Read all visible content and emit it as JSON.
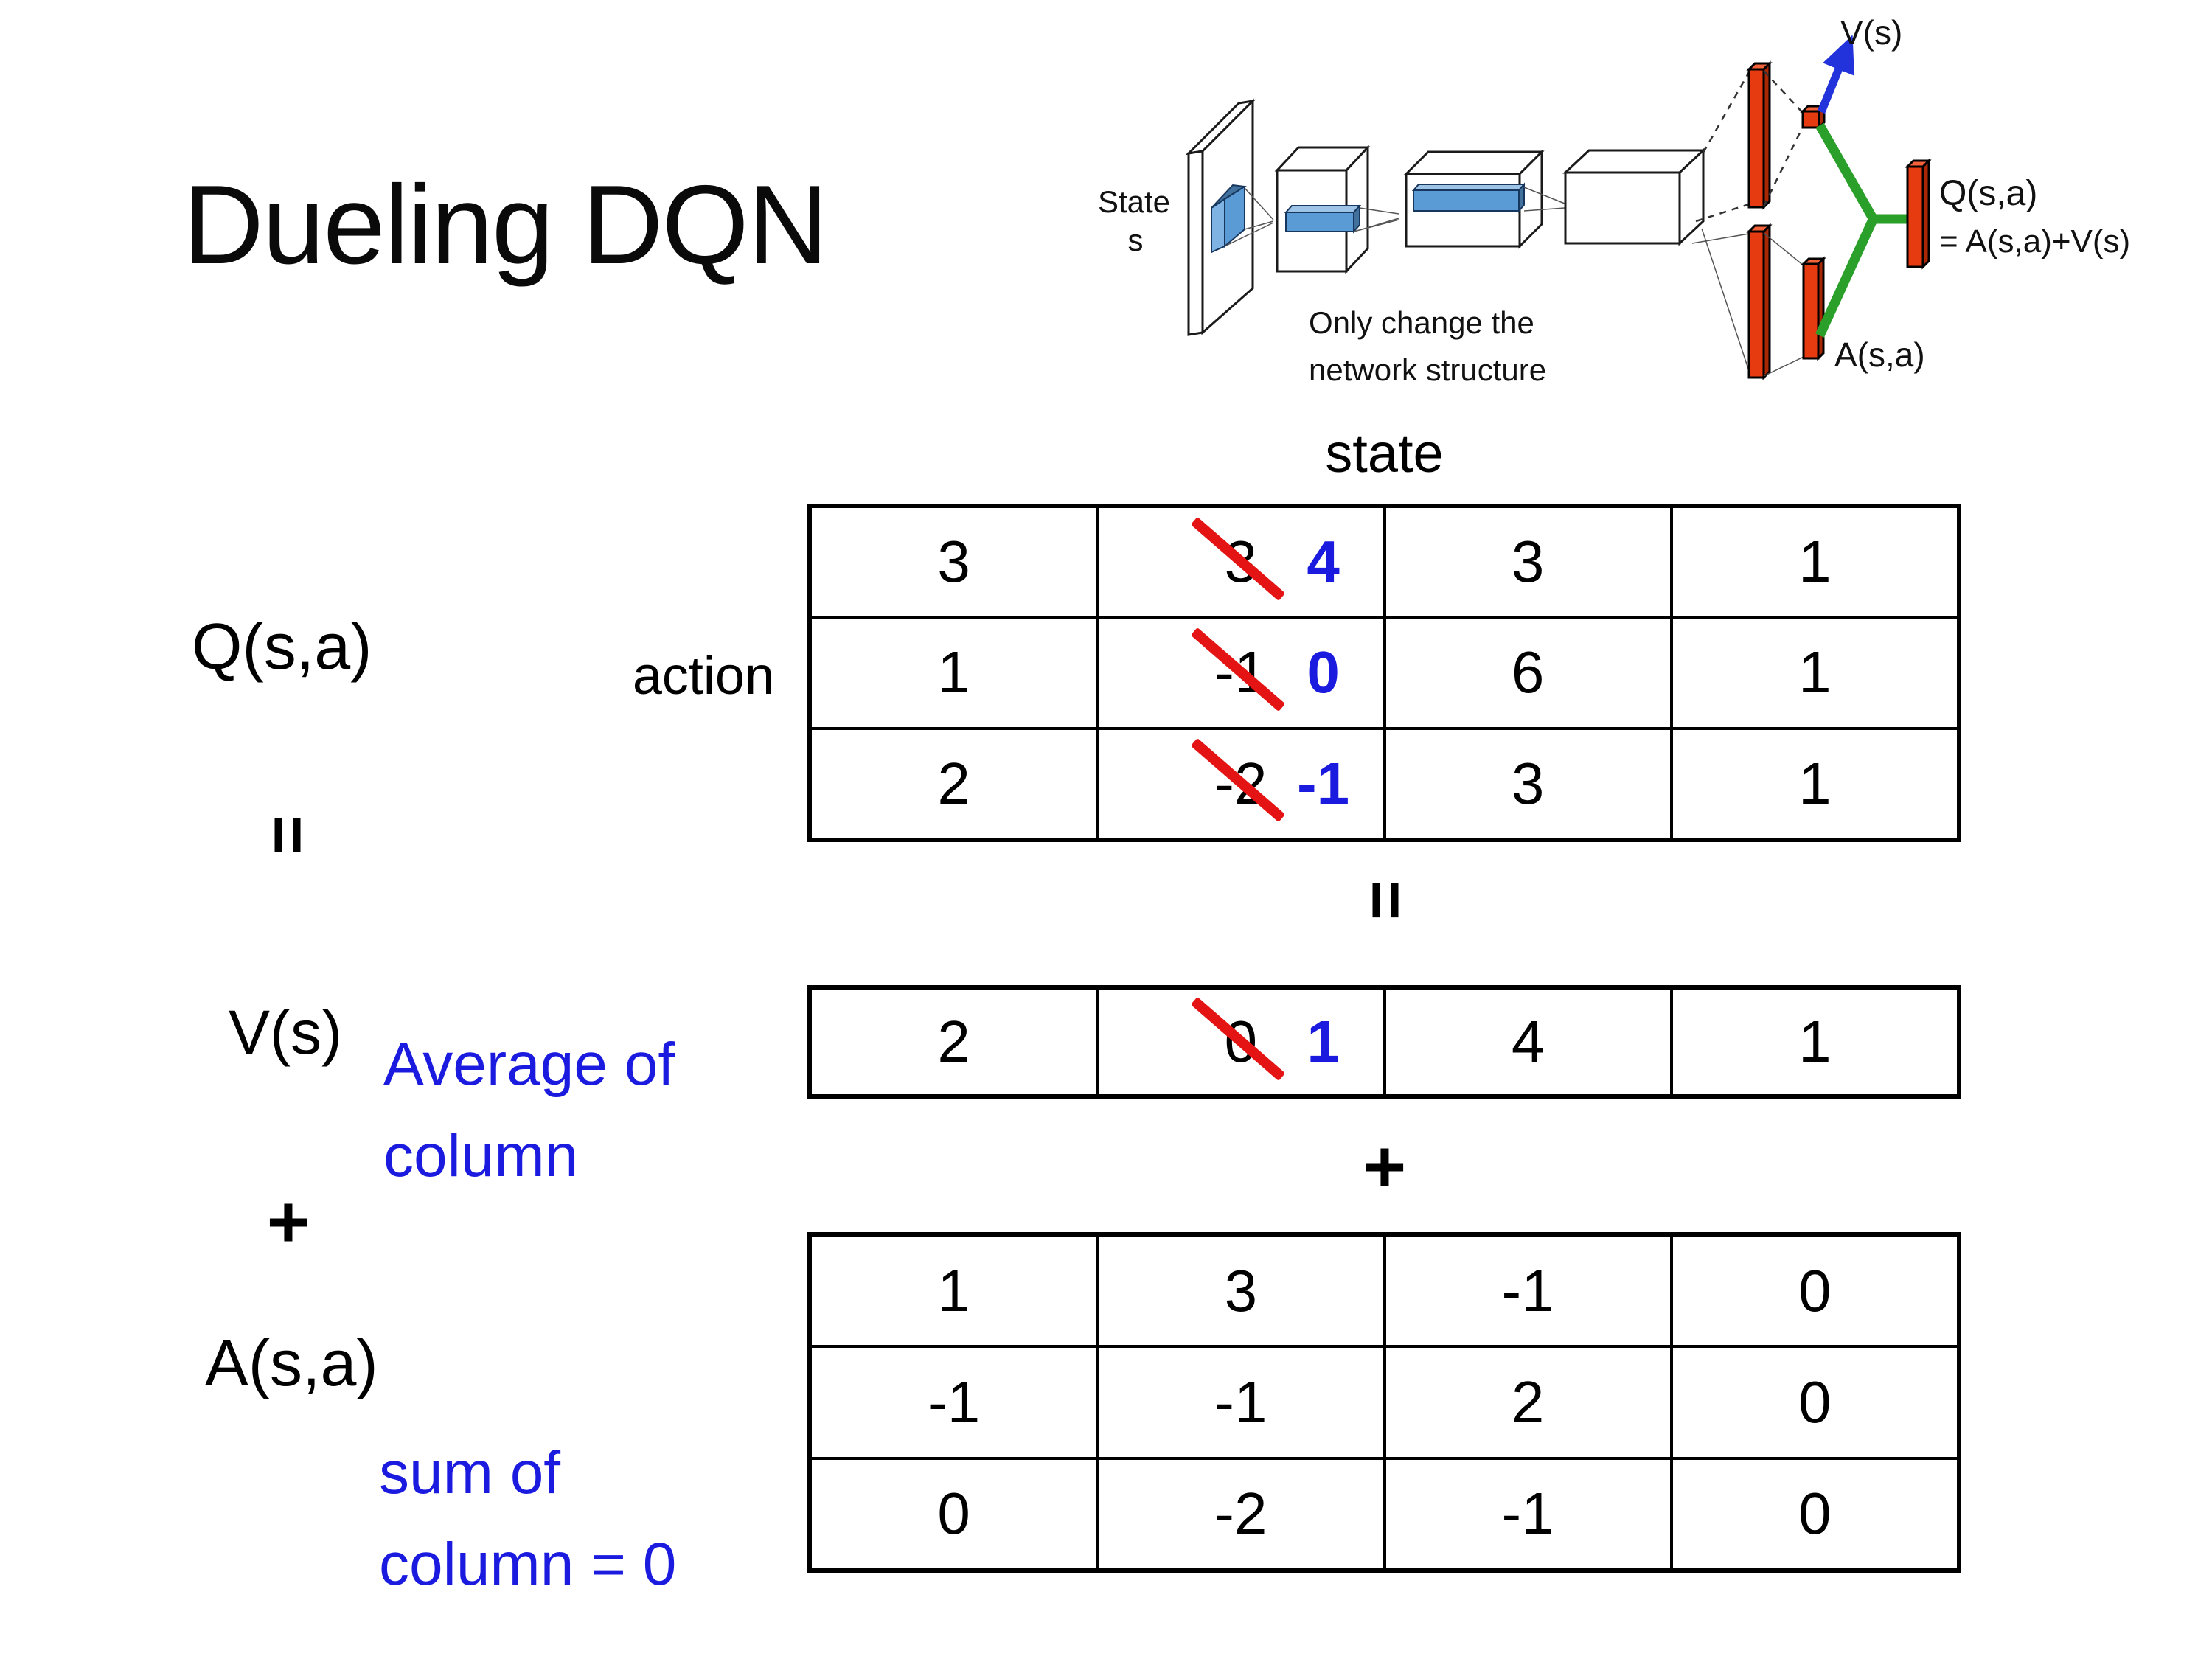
{
  "slide": {
    "title": "Dueling DQN",
    "background": "#ffffff"
  },
  "diagram": {
    "state_label_1": "State",
    "state_label_2": "s",
    "note_line_1": "Only change the",
    "note_line_2": "network structure",
    "v_out_label": "V(s)",
    "q_out_label": "Q(s,a)",
    "q_out_formula": "= A(s,a)+V(s)",
    "a_out_label": "A(s,a)",
    "colors": {
      "filter_blue": "#5b9bd5",
      "bar_red": "#e63a10",
      "connector_green": "#2aa02a",
      "arrow_blue": "#2233db",
      "note_blue": "#1b1be0"
    }
  },
  "matrix_section": {
    "state_header": "state",
    "action_header": "action",
    "left_labels": {
      "q": "Q(s,a)",
      "equals": "=",
      "v": "V(s)",
      "plus": "+",
      "a": "A(s,a)"
    },
    "operators": {
      "equals_mid": "=",
      "plus_mid": "+"
    },
    "annotations": {
      "average_line_1": "Average of",
      "average_line_2": "column",
      "sum_line_1": "sum of",
      "sum_line_2": "column = 0"
    },
    "colors": {
      "strike_red": "#e41414",
      "corrected_blue": "#1b1be0"
    },
    "q_table": {
      "rows": [
        {
          "c0": "3",
          "old": "3",
          "new": "4",
          "c2": "3",
          "c3": "1"
        },
        {
          "c0": "1",
          "old": "-1",
          "new": "0",
          "c2": "6",
          "c3": "1"
        },
        {
          "c0": "2",
          "old": "-2",
          "new": "-1",
          "c2": "3",
          "c3": "1"
        }
      ]
    },
    "v_table": {
      "c0": "2",
      "old": "0",
      "new": "1",
      "c2": "4",
      "c3": "1"
    },
    "a_table": {
      "rows": [
        {
          "c0": "1",
          "c1": "3",
          "c2": "-1",
          "c3": "0"
        },
        {
          "c0": "-1",
          "c1": "-1",
          "c2": "2",
          "c3": "0"
        },
        {
          "c0": "0",
          "c1": "-2",
          "c2": "-1",
          "c3": "0"
        }
      ]
    }
  }
}
